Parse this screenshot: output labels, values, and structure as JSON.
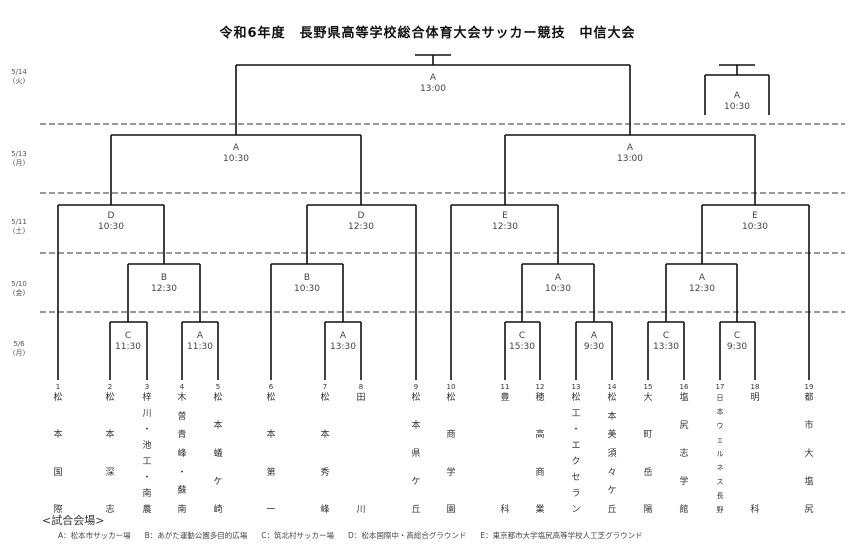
{
  "title": "令和6年度　長野県高等学校総合体育大会サッカー競技　中信大会",
  "dates": [
    {
      "date": "5/14",
      "day": "(火)"
    },
    {
      "date": "5/13",
      "day": "(月)"
    },
    {
      "date": "5/11",
      "day": "(土)"
    },
    {
      "date": "5/10",
      "day": "(金)"
    },
    {
      "date": "5/6",
      "day": "(月)"
    }
  ],
  "teams": [
    {
      "num": "1",
      "name": [
        "松",
        "本",
        "国",
        "際"
      ]
    },
    {
      "num": "2",
      "name": [
        "松",
        "本",
        "深",
        "志"
      ]
    },
    {
      "num": "3",
      "name": [
        "梓",
        "川",
        "・",
        "池",
        "工",
        "・",
        "南",
        "農"
      ]
    },
    {
      "num": "4",
      "name": [
        "木",
        "曽",
        "青",
        "峰",
        "・",
        "蘇",
        "南"
      ]
    },
    {
      "num": "5",
      "name": [
        "松",
        "本",
        "蟻",
        "ケ",
        "崎"
      ]
    },
    {
      "num": "6",
      "name": [
        "松",
        "本",
        "第",
        "一"
      ]
    },
    {
      "num": "7",
      "name": [
        "松",
        "本",
        "秀",
        "峰"
      ]
    },
    {
      "num": "8",
      "name": [
        "田",
        "川"
      ]
    },
    {
      "num": "9",
      "name": [
        "松",
        "本",
        "県",
        "ケ",
        "丘"
      ]
    },
    {
      "num": "10",
      "name": [
        "松",
        "商",
        "学",
        "園"
      ]
    },
    {
      "num": "11",
      "name": [
        "豊",
        "科"
      ]
    },
    {
      "num": "12",
      "name": [
        "穂",
        "高",
        "商",
        "業"
      ]
    },
    {
      "num": "13",
      "name": [
        "松",
        "工",
        "・",
        "エ",
        "ク",
        "セ",
        "ラ",
        "ン"
      ]
    },
    {
      "num": "14",
      "name": [
        "松",
        "本",
        "美",
        "須",
        "々",
        "ケ",
        "丘"
      ]
    },
    {
      "num": "15",
      "name": [
        "大",
        "町",
        "岳",
        "陽"
      ]
    },
    {
      "num": "16",
      "name": [
        "塩",
        "尻",
        "志",
        "学",
        "館"
      ]
    },
    {
      "num": "17",
      "name": [
        "日",
        "本",
        "ウ",
        "ェ",
        "ル",
        "ネ",
        "ス",
        "長",
        "野"
      ]
    },
    {
      "num": "18",
      "name": [
        "明",
        "科"
      ]
    },
    {
      "num": "19",
      "name": [
        "都",
        "市",
        "大",
        "塩",
        "尻"
      ]
    }
  ],
  "matches": [
    {
      "venue": "C",
      "time": "11:30"
    },
    {
      "venue": "A",
      "time": "11:30"
    },
    {
      "venue": "A",
      "time": "13:30"
    },
    {
      "venue": "C",
      "time": "15:30"
    },
    {
      "venue": "A",
      "time": "9:30"
    },
    {
      "venue": "C",
      "time": "13:30"
    },
    {
      "venue": "C",
      "time": "9:30"
    },
    {
      "venue": "B",
      "time": "12:30"
    },
    {
      "venue": "B",
      "time": "10:30"
    },
    {
      "venue": "A",
      "time": "10:30"
    },
    {
      "venue": "A",
      "time": "12:30"
    },
    {
      "venue": "D",
      "time": "10:30"
    },
    {
      "venue": "D",
      "time": "12:30"
    },
    {
      "venue": "E",
      "time": "12:30"
    },
    {
      "venue": "E",
      "time": "10:30"
    },
    {
      "venue": "A",
      "time": "10:30"
    },
    {
      "venue": "A",
      "time": "13:00"
    },
    {
      "venue": "A",
      "time": "13:00"
    },
    {
      "venue": "A",
      "time": "10:30"
    }
  ],
  "venues_heading": "<試合会場>",
  "venue_list": [
    "A：松本市サッカー場",
    "B：あがた運動公園多目的広場",
    "C：筑北村サッカー場",
    "D：松本国際中・高総合グラウンド",
    "E：東京都市大学塩尻高等学校人工芝グラウンド"
  ]
}
